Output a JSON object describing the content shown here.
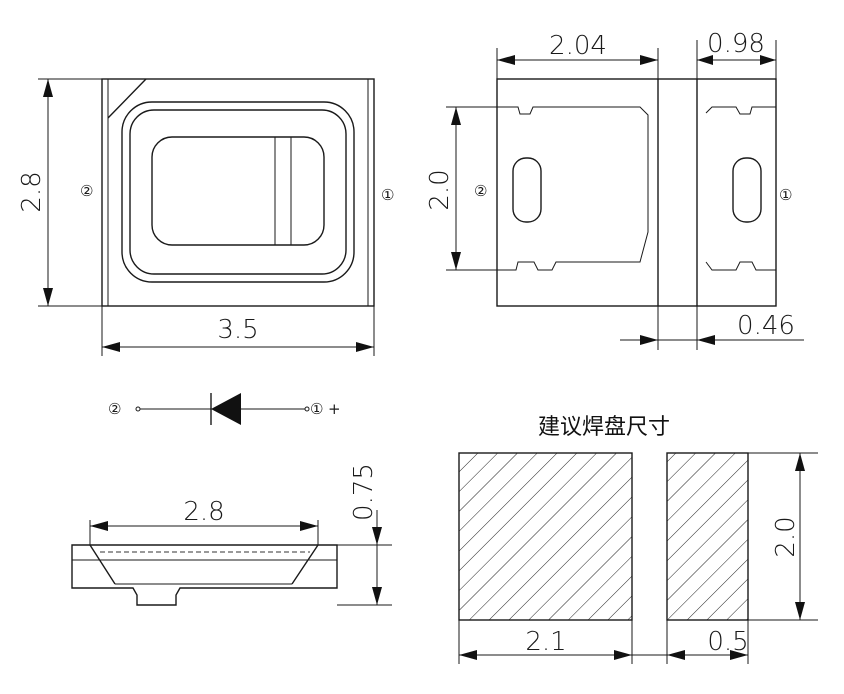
{
  "top_view": {
    "width": "3.5",
    "height": "2.8",
    "pin_left": "②",
    "pin_right": "①"
  },
  "bottom_view": {
    "pad_width": "2.04",
    "pad_small_width": "0.98",
    "height": "2.0",
    "gap": "0.46",
    "pin_left": "②",
    "pin_right": "①"
  },
  "symbol": {
    "pin_left": "②",
    "pin_right": "①",
    "polarity": "+"
  },
  "side_view": {
    "lens_width": "2.8",
    "thickness": "0.75"
  },
  "footprint": {
    "title": "建议焊盘尺寸",
    "pad_large_width": "2.1",
    "pad_small_width": "0.5",
    "height": "2.0"
  }
}
